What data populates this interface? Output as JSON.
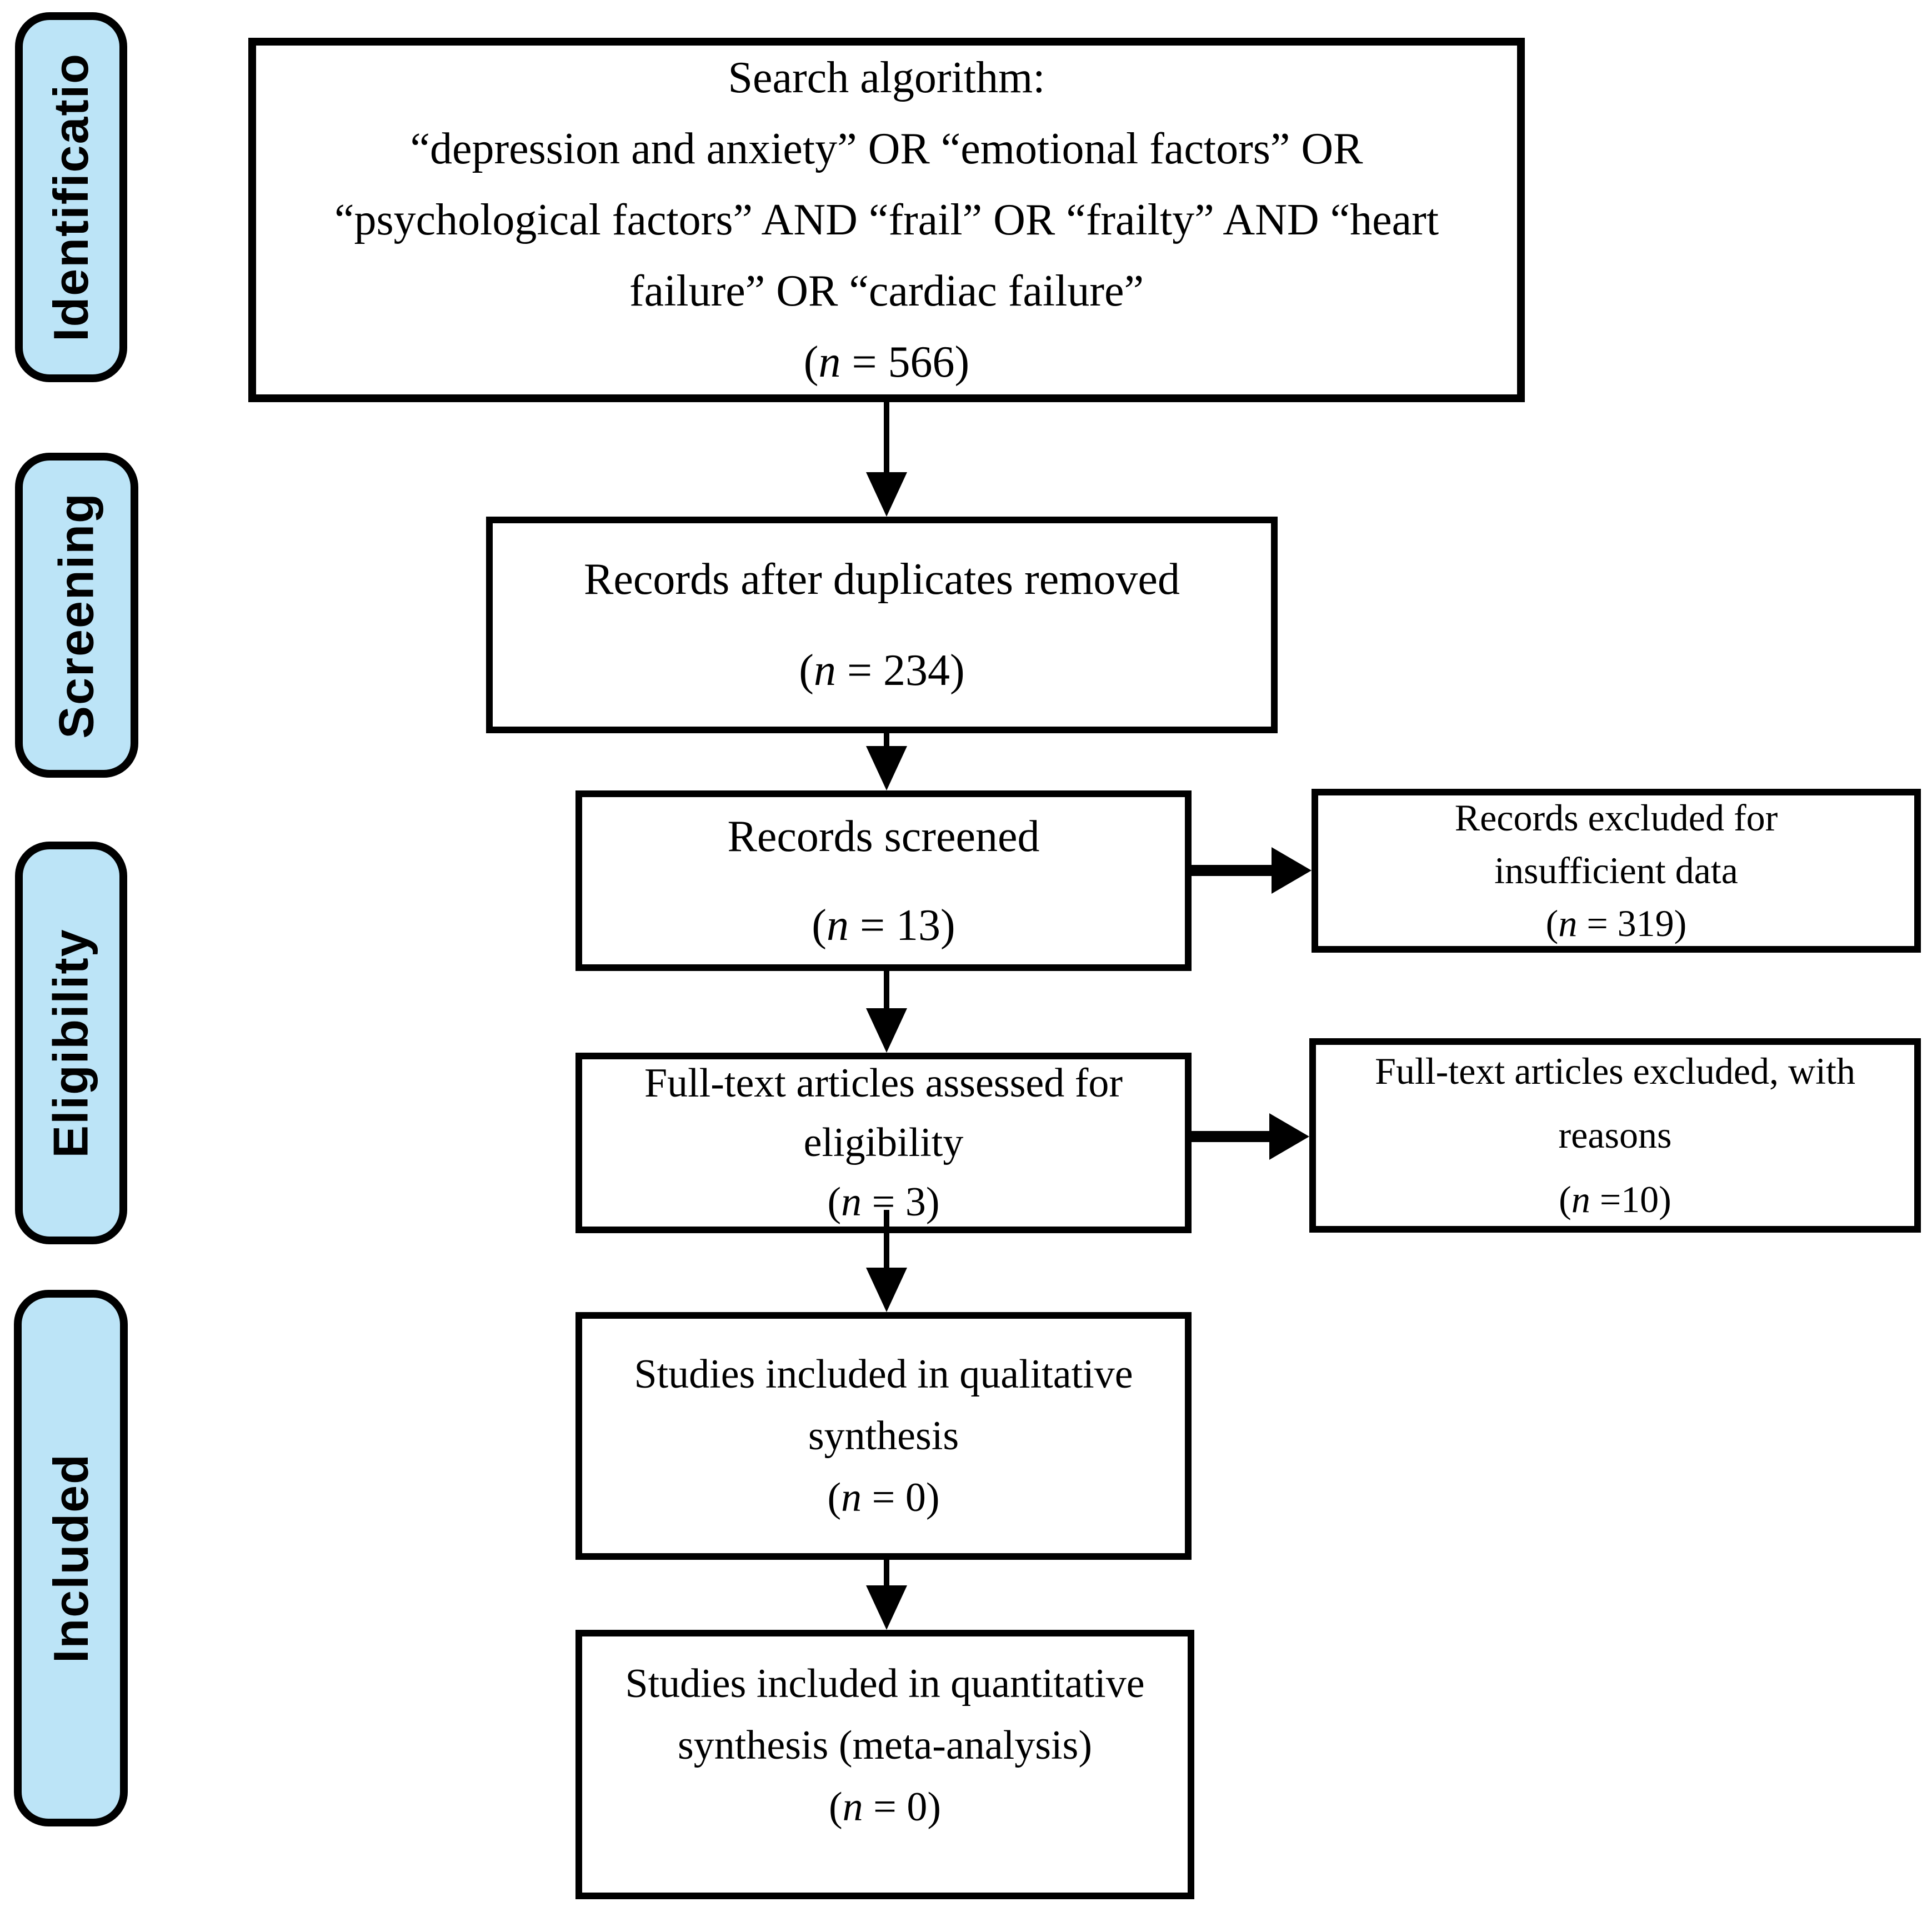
{
  "diagram": {
    "title": "PRISMA flow diagram",
    "colors": {
      "stage_fill": "#BCE4F7",
      "stroke": "#000000",
      "background": "#FFFFFF"
    },
    "stages": {
      "identification": {
        "label": "Identificatio"
      },
      "screening": {
        "label": "Screening"
      },
      "eligibility": {
        "label": "Eligibility"
      },
      "included": {
        "label": "Included"
      }
    },
    "boxes": {
      "search": {
        "lines": [
          "Search algorithm:",
          "“depression and anxiety” OR “emotional factors” OR",
          "“psychological factors” AND “frail” OR “frailty” AND “heart",
          "failure” OR “cardiac failure”",
          "(n = 566)"
        ]
      },
      "duplicates": {
        "lines": [
          "Records after duplicates removed",
          "(n = 234)"
        ]
      },
      "screened": {
        "lines": [
          "Records screened",
          "(n = 13)"
        ]
      },
      "excluded_records": {
        "lines": [
          "Records excluded for",
          "insufficient data",
          "(n = 319)"
        ]
      },
      "fulltext_assessed": {
        "lines": [
          "Full-text articles assessed for",
          "eligibility",
          "(n = 3)"
        ]
      },
      "excluded_fulltext": {
        "lines": [
          "Full-text articles excluded, with",
          "reasons",
          "(n =10)"
        ]
      },
      "qualitative": {
        "lines": [
          "Studies included in qualitative",
          "synthesis",
          "(n = 0)"
        ]
      },
      "quantitative": {
        "lines": [
          "Studies included in quantitative",
          "synthesis (meta-analysis)",
          "(n = 0)"
        ]
      }
    }
  }
}
